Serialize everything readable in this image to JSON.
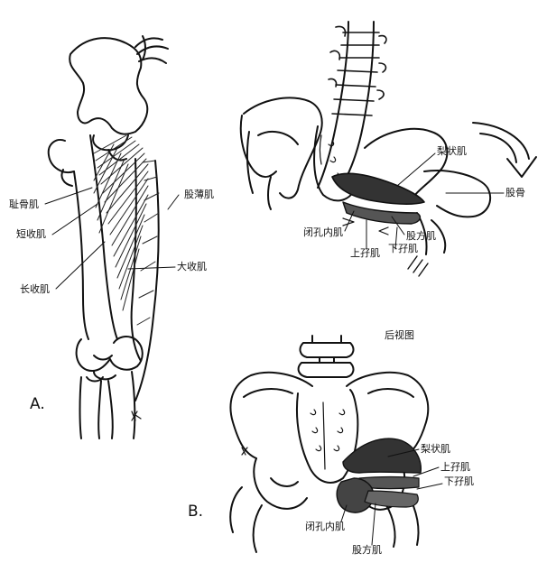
{
  "panels": {
    "a": "A.",
    "b": "B."
  },
  "signature": "K",
  "diagram_a": {
    "labels": {
      "pectineus": "耻骨肌",
      "adductor_brevis": "短收肌",
      "adductor_longus": "长收肌",
      "gracilis": "股薄肌",
      "adductor_magnus": "大收肌"
    }
  },
  "diagram_top_right": {
    "labels": {
      "piriformis": "梨状肌",
      "femur": "股骨",
      "obturator_internus": "闭孔内肌",
      "quadratus_femoris": "股方肌",
      "gemellus_superior": "上孖肌",
      "gemellus_inferior": "下孖肌"
    }
  },
  "diagram_b": {
    "view": "后视图",
    "labels": {
      "piriformis": "梨状肌",
      "gemellus_superior": "上孖肌",
      "gemellus_inferior": "下孖肌",
      "obturator_internus": "闭孔内肌",
      "quadratus_femoris": "股方肌"
    }
  }
}
